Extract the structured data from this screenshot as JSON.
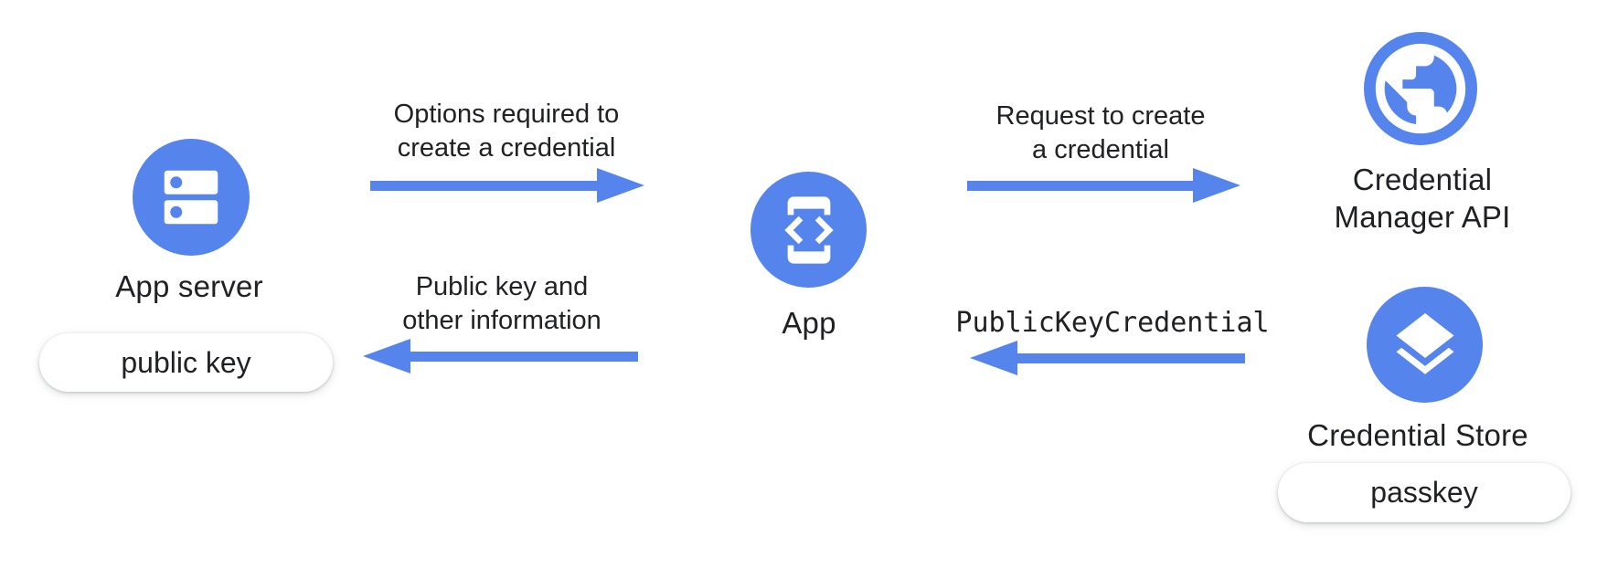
{
  "colors": {
    "accent_blue": "#5584EC",
    "text": "#202124",
    "pill_background": "#FFFFFF",
    "background": "#FFFFFF"
  },
  "nodes": {
    "app_server": {
      "label": "App server",
      "icon": "server-dns-icon"
    },
    "app": {
      "label": "App",
      "icon": "phone-code-icon"
    },
    "credential_manager_api": {
      "label": "Credential Manager API",
      "icon": "globe-icon"
    },
    "credential_store": {
      "label": "Credential Store",
      "icon": "layers-icon"
    }
  },
  "artifacts": {
    "public_key": "public key",
    "passkey": "passkey"
  },
  "flows": {
    "options": {
      "line1": "Options required to",
      "line2": "create a credential",
      "direction": "right",
      "from": "App server",
      "to": "App"
    },
    "request_create": {
      "line1": "Request to create",
      "line2": "a credential",
      "direction": "right",
      "from": "App",
      "to": "Credential Manager API"
    },
    "public_key_info": {
      "line1": "Public key and",
      "line2": "other information",
      "direction": "left",
      "from": "App",
      "to": "App server"
    },
    "public_key_credential": {
      "label": "PublicKeyCredential",
      "direction": "left",
      "from": "Credential Store",
      "to": "App"
    }
  }
}
